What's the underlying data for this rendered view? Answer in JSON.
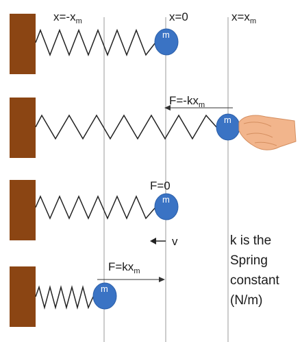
{
  "positions": {
    "neg": {
      "base": "x=-x",
      "sub": "m"
    },
    "zero": {
      "base": "x=0"
    },
    "pos": {
      "base": "x=x",
      "sub": "m"
    }
  },
  "mass_label": "m",
  "forces": {
    "restoring_neg": {
      "base": "F=-kx",
      "sub": "m"
    },
    "zero": "F=0",
    "restoring_pos": {
      "base": "F=kx",
      "sub": "m"
    }
  },
  "velocity_label": "v",
  "note_lines": [
    "k is the",
    "Spring",
    "constant",
    "(N/m)"
  ],
  "colors": {
    "wall": "#8B4513",
    "mass": "#3a73c4",
    "mass_outline": "#2a5ea8",
    "spring": "#222222",
    "guide_lines": "#999999",
    "hand": "#f2b58c"
  }
}
